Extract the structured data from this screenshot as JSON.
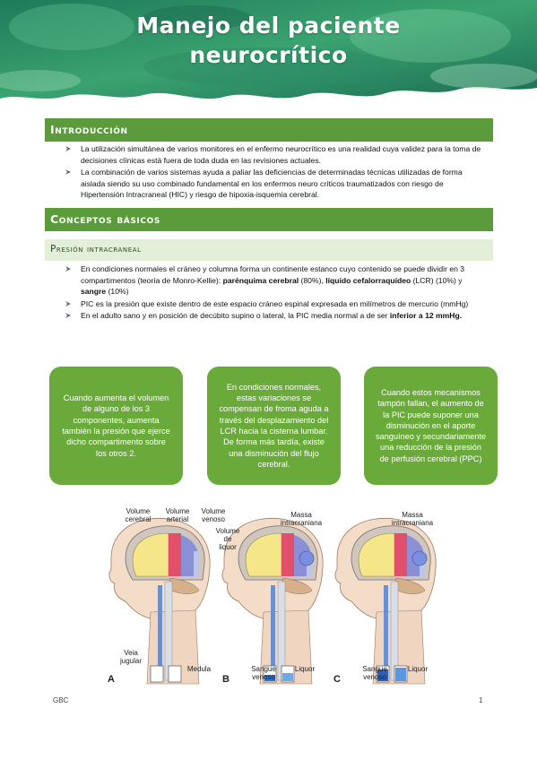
{
  "title": {
    "line1": "Manejo del paciente",
    "line2": "neurocrítico"
  },
  "colors": {
    "section_green": "#5b9b3b",
    "box_green": "#6aaa3a",
    "sub_bar": "#e3efd9"
  },
  "sections": {
    "intro": {
      "heading": "Introducción",
      "bullets": [
        "La utilización simultánea de varios monitores en el enfermo neurocrítico es una realidad cuya validez para la toma de decisiones clínicas está fuera de toda duda en las revisiones actuales.",
        "La combinación de varios sistemas ayuda a paliar las deficiencias de determinadas técnicas utilizadas de forma aislada siendo su uso combinado fundamental en los enfermos neuro críticos traumatizados con riesgo de Hipertensión Intracraneal (HIC) y riesgo de hipoxia-isquemia cerebral."
      ]
    },
    "conceptos": {
      "heading": "Conceptos básicos",
      "subheading": "Presión intracraneal",
      "bullet1": {
        "text": "En condiciones normales el cráneo y columna forma un continente estanco cuyo contenido se puede dividir en 3 compartimentos (teoría de Monro-Kellie): ",
        "bold1": "parénquima cerebral",
        "t2": " (80%), ",
        "bold2": "líquido cefalorraquídeo",
        "t3": " (LCR) (10%) y ",
        "bold3": "sangre",
        "t4": " (10%)"
      },
      "bullet2": "PIC es la presión que existe dentro de este espacio cráneo espinal expresada en milímetros de mercurio (mmHg)",
      "bullet3": {
        "text": "En el adulto sano y en posición de decúbito supino o lateral, la PIC media normal a de ser ",
        "bold": "inferior a 12 mmHg."
      }
    }
  },
  "boxes": [
    "Cuando aumenta el volumen de alguno de los 3 componentes, aumenta también la presión que ejerce dicho compartimento sobre los otros 2.",
    "En condiciones normales, estas variaciones se compensan de froma aguda a través del desplazamiento del LCR hacia la cisterna lumbar. De forma más tardía, existe una disminución del flujo cerebral.",
    "Cuando estos mecanismos tampón fallan, el aumento de la PIC puede suponer una disminución en el aporte sanguíneo y secundariamente una reducción de la presión de perfusión cerebral (PPC)"
  ],
  "figure": {
    "labels": {
      "volume_cerebral": "Volume cerebral",
      "volume_arterial": "Volume arterial",
      "volume_venoso": "Volume venoso",
      "volume_liquor": "Volume de liquor",
      "massa": "Massa intracraniana",
      "veia_jugular": "Veia jugular",
      "medula": "Medula",
      "sangue_venoso": "Sangue venoso",
      "liquor": "Liquor"
    },
    "panels": [
      "A",
      "B",
      "C"
    ]
  },
  "footer": {
    "left": "GBC",
    "page": "1"
  }
}
